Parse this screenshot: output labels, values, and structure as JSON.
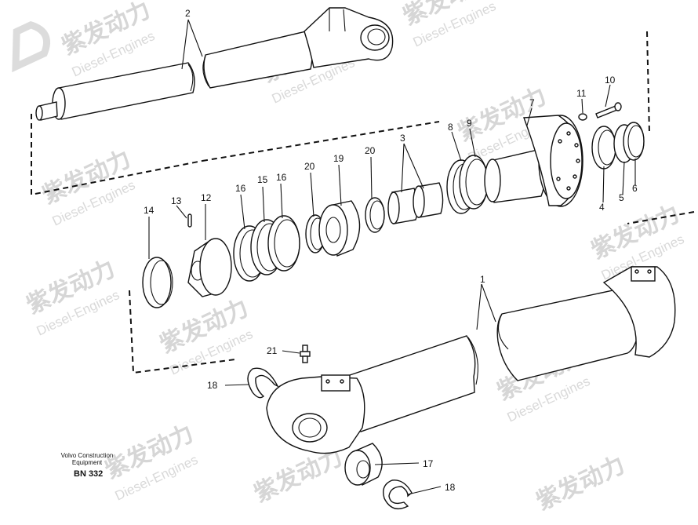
{
  "watermark": {
    "brand_cn": "紫发动力",
    "brand_en": "Diesel-Engines"
  },
  "caption": {
    "company_line1": "Volvo Construction",
    "company_line2": "Equipment",
    "code": "BN 332"
  },
  "callouts": [
    "1",
    "2",
    "3",
    "4",
    "5",
    "6",
    "7",
    "8",
    "9",
    "10",
    "11",
    "12",
    "13",
    "14",
    "15",
    "16",
    "16",
    "17",
    "18",
    "18",
    "19",
    "20",
    "20",
    "21"
  ]
}
